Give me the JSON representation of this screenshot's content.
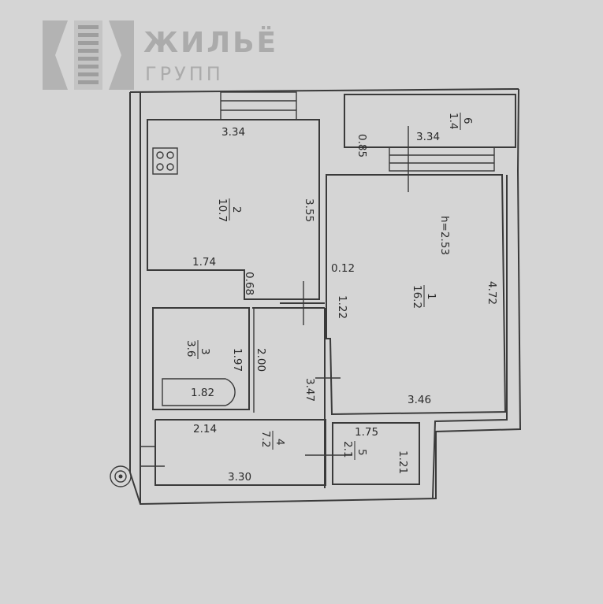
{
  "brand": {
    "title": "ЖИЛЬЁ",
    "subtitle": "ГРУПП"
  },
  "plan": {
    "ceiling_height": "h=2.53",
    "rooms": [
      {
        "num": "1",
        "area": "16.2"
      },
      {
        "num": "2",
        "area": "10.7"
      },
      {
        "num": "3",
        "area": "3.6"
      },
      {
        "num": "4",
        "area": "7.2"
      },
      {
        "num": "5",
        "area": "2.1"
      },
      {
        "num": "6",
        "area": "1.4"
      }
    ],
    "dimensions": {
      "kitchen_top": "3.34",
      "kitchen_side": "3.55",
      "kitchen_bottom": "1.74",
      "step_068": "0.68",
      "wall_012": "0.12",
      "door_122": "1.22",
      "balcony_width": "0.85",
      "balcony_length": "3.34",
      "room_right": "4.72",
      "room_bottom": "3.46",
      "bath_height": "1.97",
      "hall_200": "2.00",
      "tub_length": "1.82",
      "hall_347": "3.47",
      "hall_top": "2.14",
      "hall_bottom": "3.30",
      "closet_top": "1.75",
      "closet_side": "1.21"
    }
  }
}
